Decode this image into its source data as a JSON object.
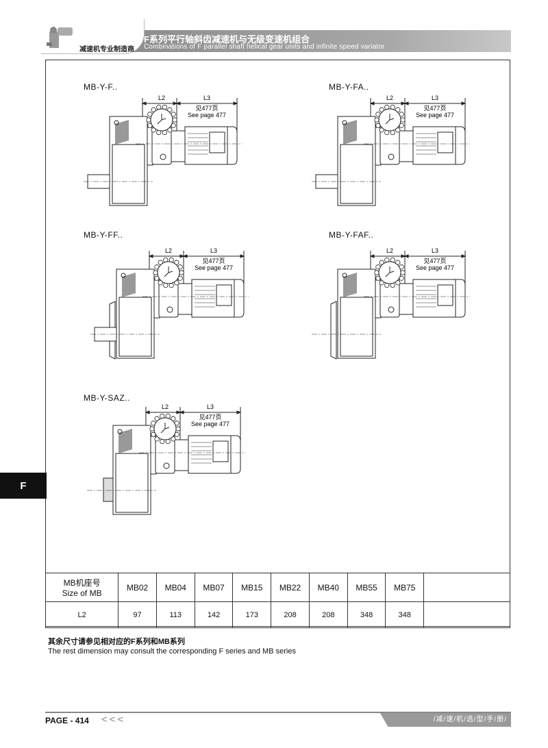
{
  "header": {
    "maker": "减速机专业制造商",
    "title_cn": "F系列平行轴斜齿减速机与无级变速机组合",
    "title_en": "Combinations of F parallel shaft helical gear units and infinite speed variator"
  },
  "diagrams": [
    {
      "label": "MB-Y-F..",
      "l2": "L2",
      "l3": "L3",
      "ref_cn": "见477页",
      "ref_en": "See page 477"
    },
    {
      "label": "MB-Y-FA..",
      "l2": "L2",
      "l3": "L3",
      "ref_cn": "见477页",
      "ref_en": "See page 477"
    },
    {
      "label": "MB-Y-FF..",
      "l2": "L2",
      "l3": "L3",
      "ref_cn": "见477页",
      "ref_en": "See page 477"
    },
    {
      "label": "MB-Y-FAF..",
      "l2": "L2",
      "l3": "L3",
      "ref_cn": "见477页",
      "ref_en": "See page 477"
    },
    {
      "label": "MB-Y-SAZ..",
      "l2": "L2",
      "l3": "L3",
      "ref_cn": "见477页",
      "ref_en": "See page 477"
    }
  ],
  "table": {
    "header_cn": "MB机座号",
    "header_en": "Size of MB",
    "sizes": [
      "MB02",
      "MB04",
      "MB07",
      "MB15",
      "MB22",
      "MB40",
      "MB55",
      "MB75"
    ],
    "row_label": "L2",
    "l2_values": [
      "97",
      "113",
      "142",
      "173",
      "208",
      "208",
      "348",
      "348"
    ]
  },
  "notes": {
    "cn": "其余尺寸请参见相对应的F系列和MB系列",
    "en": "The rest dimension may consult the corresponding F series and MB series"
  },
  "side_tab": "F",
  "footer": {
    "page": "PAGE - 414",
    "arrows": "<<<",
    "manual": "/减/速/机/选/型/手/册/"
  }
}
